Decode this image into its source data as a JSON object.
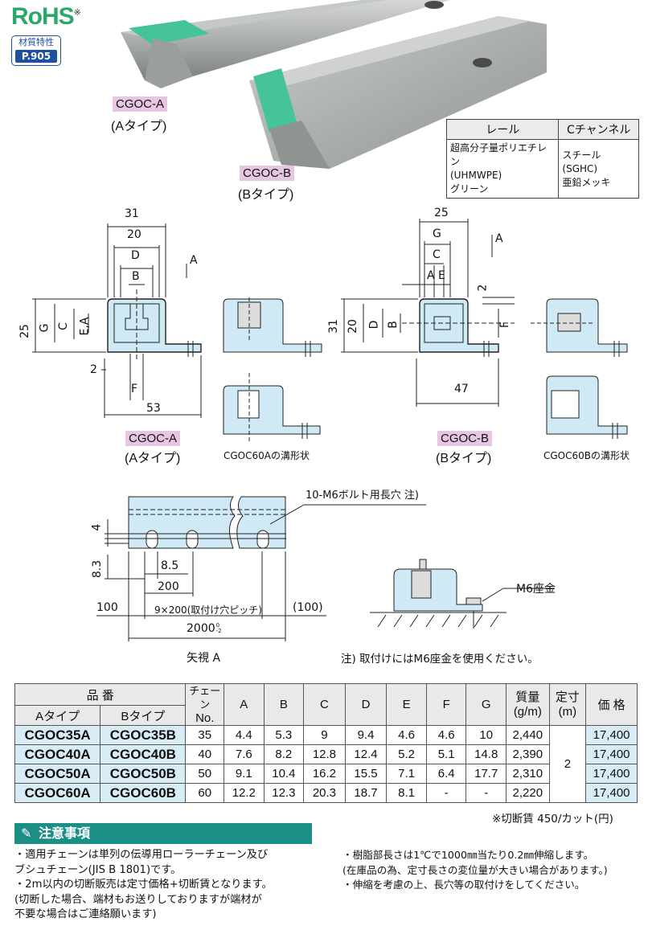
{
  "badges": {
    "rohs": "RoHS",
    "rohs_mark": "※",
    "material_label": "材質特性",
    "material_page": "P.905"
  },
  "products": {
    "a_code": "CGOC-A",
    "a_type": "(Aタイプ)",
    "b_code": "CGOC-B",
    "b_type": "(Bタイプ)"
  },
  "spec_table": {
    "headers": [
      "レール",
      "Cチャンネル"
    ],
    "rail": [
      "超高分子量ポリエチレン",
      "(UHMWPE)",
      "グリーン"
    ],
    "channel": [
      "スチール(SGHC)",
      "亜鉛メッキ"
    ]
  },
  "dims_a": {
    "w31": "31",
    "w20": "20",
    "d": "D",
    "b": "B",
    "arrow_a": "A",
    "h25": "25",
    "g": "G",
    "c": "C",
    "ea": "E,A",
    "two": "2",
    "f": "F",
    "w53": "53",
    "code": "CGOC-A",
    "type": "(Aタイプ)",
    "slot": "CGOC60Aの溝形状"
  },
  "dims_b": {
    "w25": "25",
    "g": "G",
    "c": "C",
    "ae": "A E",
    "arrow_a": "A",
    "two": "2",
    "h31": "31",
    "h20": "20",
    "d": "D",
    "b": "B",
    "f": "F",
    "w47": "47",
    "code": "CGOC-B",
    "type": "(Bタイプ)",
    "slot": "CGOC60Bの溝形状"
  },
  "side_view": {
    "hole_label": "10-M6ボルト用長穴  注)",
    "four": "4",
    "eight3": "8.3",
    "eight5": "8.5",
    "two_hundred": "200",
    "hundred": "100",
    "pitch": "9×200(取付け穴ピッチ)",
    "hundred_paren": "(100)",
    "total": "2000",
    "total_tol_top": "0",
    "total_tol_bot": "-2",
    "view": "矢視  A",
    "washer": "M6座金",
    "note": "注)  取付けにはM6座金を使用ください。"
  },
  "main_table": {
    "h_part": "品      番",
    "h_atype": "Aタイプ",
    "h_btype": "Bタイプ",
    "h_chain": "チェーン",
    "h_no": "No.",
    "cols": [
      "A",
      "B",
      "C",
      "D",
      "E",
      "F",
      "G"
    ],
    "h_mass": "質量",
    "h_mass_unit": "(g/m)",
    "h_len": "定寸",
    "h_len_unit": "(m)",
    "h_price": "価  格",
    "length_value": "2",
    "rows": [
      {
        "a": "CGOC35A",
        "b": "CGOC35B",
        "no": "35",
        "A": "4.4",
        "B": "5.3",
        "C": "9",
        "D": "9.4",
        "E": "4.6",
        "F": "4.6",
        "G": "10",
        "mass": "2,440",
        "price": "17,400"
      },
      {
        "a": "CGOC40A",
        "b": "CGOC40B",
        "no": "40",
        "A": "7.6",
        "B": "8.2",
        "C": "12.8",
        "D": "12.4",
        "E": "5.2",
        "F": "5.1",
        "G": "14.8",
        "mass": "2,390",
        "price": "17,400"
      },
      {
        "a": "CGOC50A",
        "b": "CGOC50B",
        "no": "50",
        "A": "9.1",
        "B": "10.4",
        "C": "16.2",
        "D": "15.5",
        "E": "7.1",
        "F": "6.4",
        "G": "17.7",
        "mass": "2,310",
        "price": "17,400"
      },
      {
        "a": "CGOC60A",
        "b": "CGOC60B",
        "no": "60",
        "A": "12.2",
        "B": "12.3",
        "C": "20.3",
        "D": "18.7",
        "E": "8.1",
        "F": "-",
        "G": "-",
        "mass": "2,220",
        "price": "17,400"
      }
    ],
    "cut_fee": "※切断賃  450/カット(円)"
  },
  "caution": {
    "title": "注意事項",
    "left": [
      "・適用チェーンは単列の伝導用ローラーチェーン及び",
      "  ブシュチェーン(JIS B 1801)です。",
      "・2m以内の切断販売は定寸価格+切断賃となります。",
      "  (切断した場合、端材もお送りしておりますが端材が",
      "  不要な場合はご連絡願います)"
    ],
    "right": [
      "・樹脂部長さは1℃で1000㎜当たり0.2㎜伸縮します。",
      "  (在庫品の為、定寸長さの変位量が大きい場合があります。)",
      "・伸縮を考慮の上、長穴等の取付けをしてください。"
    ]
  }
}
